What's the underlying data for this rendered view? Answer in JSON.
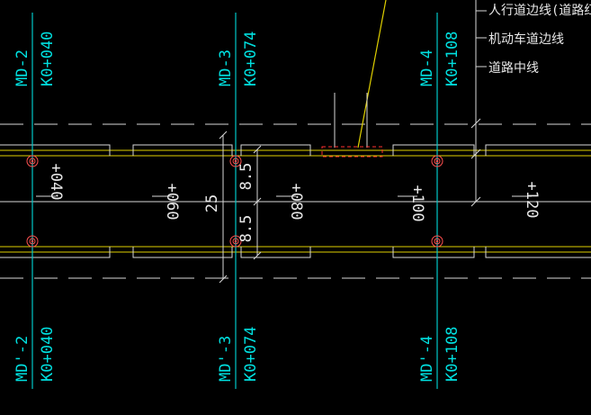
{
  "legend": {
    "items": [
      "人行道边线(道路红线)",
      "机动车道边线",
      "道路中线"
    ]
  },
  "stations": [
    {
      "top_id": "MD-2",
      "top_km": "K0+040",
      "bottom_id": "MD'-2",
      "bottom_km": "K0+040"
    },
    {
      "top_id": "MD-3",
      "top_km": "K0+074",
      "bottom_id": "MD'-3",
      "bottom_km": "K0+074"
    },
    {
      "top_id": "MD-4",
      "top_km": "K0+108",
      "bottom_id": "MD'-4",
      "bottom_km": "K0+108"
    }
  ],
  "chainage": [
    "+040",
    "+060",
    "+080",
    "+100",
    "+120"
  ],
  "dimensions": {
    "half_top": "8.5",
    "half_bottom": "8.5",
    "total": "25"
  },
  "colors": {
    "cyan": "#00e0e0",
    "yellow": "#e0d000",
    "red": "#ff3030",
    "white": "#e8e8e8",
    "background": "#000000"
  }
}
